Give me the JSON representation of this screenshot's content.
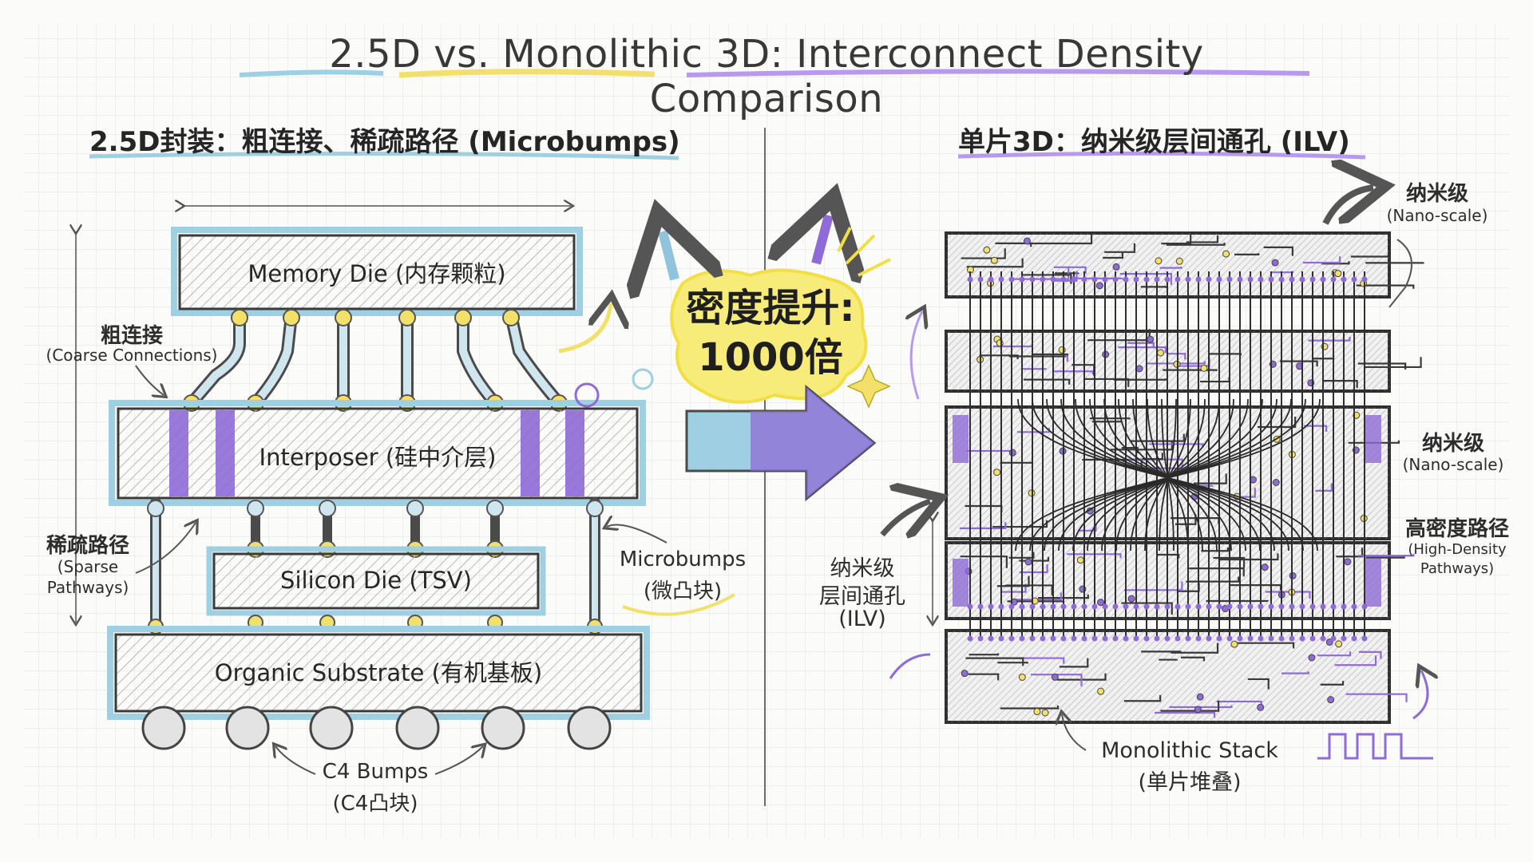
{
  "title": "2.5D vs. Monolithic 3D: Interconnect Density Comparison",
  "left": {
    "heading": "2.5D封装：粗连接、稀疏路径 (Microbumps)",
    "memory_die": "Memory Die (内存颗粒)",
    "interposer": "Interposer (硅中介层)",
    "silicon_die": "Silicon Die (TSV)",
    "substrate": "Organic Substrate (有机基板)",
    "coarse_cn": "粗连接",
    "coarse_en": "(Coarse Connections)",
    "sparse_cn": "稀疏路径",
    "sparse_en_1": "(Sparse",
    "sparse_en_2": "Pathways)",
    "microbumps_en": "Microbumps",
    "microbumps_cn": "(微凸块)",
    "c4_en": "C4 Bumps",
    "c4_cn": "(C4凸块)"
  },
  "center": {
    "density_line1": "密度提升:",
    "density_line2": "1000倍"
  },
  "right": {
    "heading": "单片3D：纳米级层间通孔 (ILV)",
    "nano_cn_1": "纳米级",
    "nano_en_1": "(Nano-scale)",
    "nano_cn_2": "纳米级",
    "nano_en_2": "(Nano-scale)",
    "hd_cn": "高密度路径",
    "hd_en_1": "(High-Density",
    "hd_en_2": "Pathways)",
    "ilv_1": "纳米级",
    "ilv_2": "层间通孔",
    "ilv_3": "(ILV)",
    "stack_en": "Monolithic Stack",
    "stack_cn": "(单片堆叠)"
  },
  "colors": {
    "blue": "#9ecfe3",
    "purple": "#8e6bd6",
    "yellow": "#f3e06a",
    "ink": "#3a3a3a",
    "arrow_blue": "#8fc4dc"
  }
}
